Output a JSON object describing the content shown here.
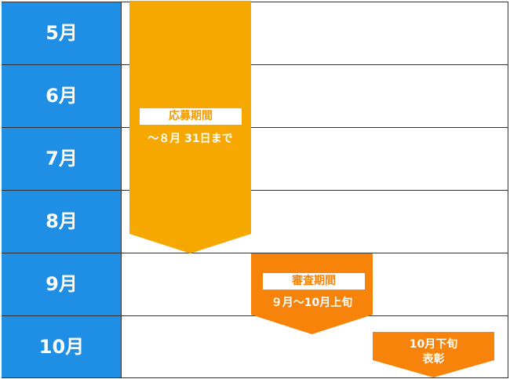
{
  "months": [
    "5月",
    "6月",
    "7月",
    "8月",
    "9月",
    "10月"
  ],
  "phases": {
    "application": {
      "title": "応募期間",
      "subtitle": "～８月 31日まで",
      "color": "#f6a800"
    },
    "review": {
      "title": "審査期間",
      "subtitle": "９月～10月上旬",
      "color": "#f7830a"
    },
    "award": {
      "line1": "10月下旬",
      "line2": "表彰",
      "color": "#f7830a"
    }
  },
  "colors": {
    "month_column": "#1f8fe6",
    "grid": "#333333"
  }
}
